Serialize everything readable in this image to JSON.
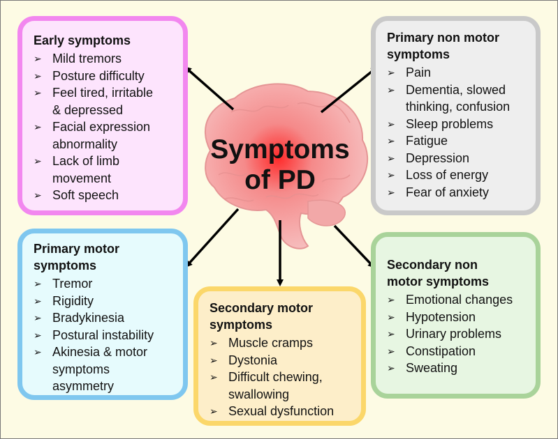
{
  "center_title_line1": "Symptoms",
  "center_title_line2": "of PD",
  "bullet_glyph": "➢",
  "boxes": {
    "early": {
      "title": "Early symptoms",
      "items": [
        "Mild tremors",
        "Posture difficulty",
        "Feel tired, irritable\n& depressed",
        "Facial expression\nabnormality",
        "Lack of limb\nmovement",
        "Soft speech"
      ]
    },
    "primary_non_motor": {
      "title": "Primary non motor\nsymptoms",
      "items": [
        "Pain",
        "Dementia, slowed\nthinking, confusion",
        "Sleep problems",
        "Fatigue",
        "Depression",
        "Loss of energy",
        "Fear of anxiety"
      ]
    },
    "primary_motor": {
      "title": "Primary motor\nsymptoms",
      "items": [
        "Tremor",
        "Rigidity",
        "Bradykinesia",
        "Postural instability",
        "Akinesia & motor\nsymptoms\nasymmetry"
      ]
    },
    "secondary_motor": {
      "title": "Secondary motor\nsymptoms",
      "items": [
        "Muscle cramps",
        "Dystonia",
        "Difficult chewing,\nswallowing",
        "Sexual dysfunction"
      ]
    },
    "secondary_non_motor": {
      "title": "Secondary non\nmotor symptoms",
      "items": [
        "Emotional changes",
        "Hypotension",
        "Urinary problems",
        "Constipation",
        "Sweating"
      ]
    }
  },
  "colors": {
    "background": "#fdfbe4",
    "early_border": "#f287ef",
    "primary_non_motor_border": "#c9c9c9",
    "primary_motor_border": "#7fc7ef",
    "secondary_motor_border": "#fbd76a",
    "secondary_non_motor_border": "#a9d39a",
    "brain": "#f3a3a3",
    "arrow": "#000000"
  }
}
